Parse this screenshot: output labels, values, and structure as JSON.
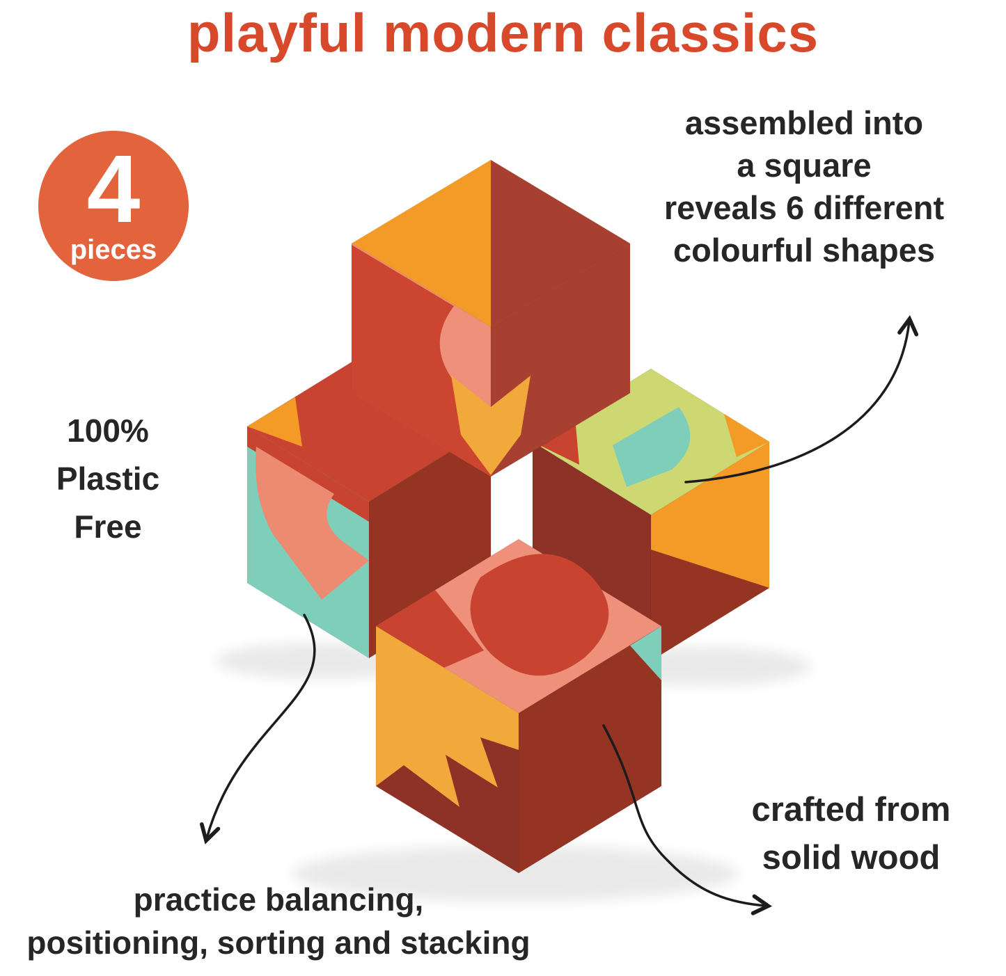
{
  "title": "playful modern classics",
  "badge": {
    "number": "4",
    "label": "pieces"
  },
  "annotations": {
    "assembled": {
      "lines": [
        "assembled into",
        "a square",
        "reveals 6 different",
        "colourful shapes"
      ]
    },
    "plastic_free": {
      "lines": [
        "100%",
        "Plastic",
        "Free"
      ]
    },
    "crafted": {
      "lines": [
        "crafted from",
        "solid wood"
      ]
    },
    "practice": {
      "lines": [
        "practice balancing,",
        "positioning, sorting and stacking"
      ]
    }
  },
  "colors": {
    "accent": "#d8492b",
    "badge": "#e2633c",
    "text": "#262626",
    "arrow": "#1c1c1c",
    "background": "#ffffff",
    "orange": "#f39b26",
    "golden": "#f2a93b",
    "red": "#c84431",
    "bright_red": "#cc4530",
    "brick": "#a84031",
    "maroon": "#953423",
    "dark_maroon": "#8e3126",
    "coral": "#ef907b",
    "salmon": "#ec8a72",
    "teal": "#7fceba",
    "green": "#cdd873",
    "shadow": "#e9e9e9"
  }
}
